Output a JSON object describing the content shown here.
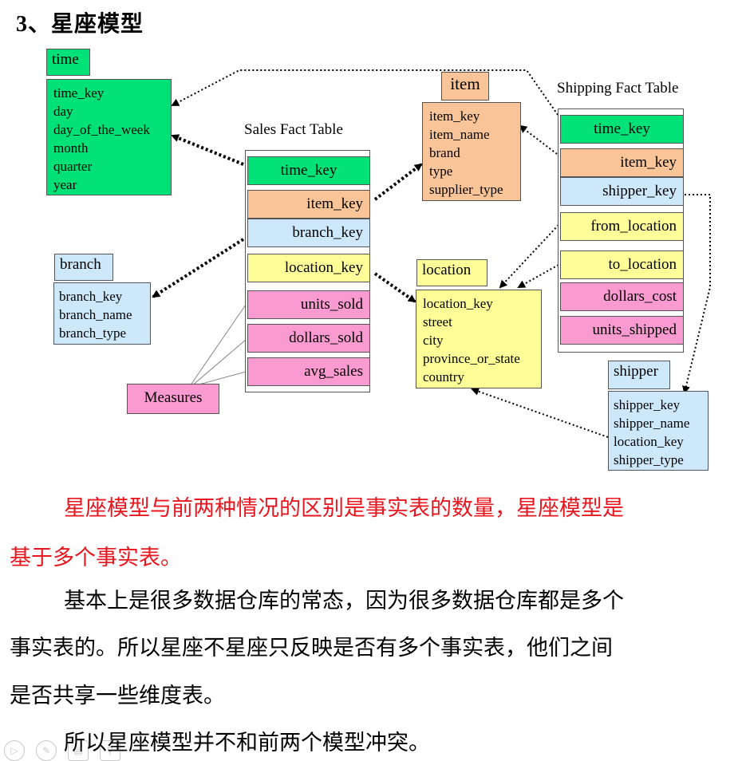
{
  "heading": "3、星座模型",
  "diagram": {
    "time": {
      "title": "time",
      "fields": [
        "time_key",
        "day",
        "day_of_the_week",
        "month",
        "quarter",
        "year"
      ]
    },
    "sales_fact": {
      "caption": "Sales Fact Table",
      "rows": [
        "time_key",
        "item_key",
        "branch_key",
        "location_key",
        "units_sold",
        "dollars_sold",
        "avg_sales"
      ]
    },
    "item": {
      "title": "item",
      "fields": [
        "item_key",
        "item_name",
        "brand",
        "type",
        "supplier_type"
      ]
    },
    "shipping_fact": {
      "caption": "Shipping Fact Table",
      "rows": [
        "time_key",
        "item_key",
        "shipper_key",
        "from_location",
        "to_location",
        "dollars_cost",
        "units_shipped"
      ]
    },
    "branch": {
      "title": "branch",
      "fields": [
        "branch_key",
        "branch_name",
        "branch_type"
      ]
    },
    "location": {
      "title": "location",
      "fields": [
        "location_key",
        "street",
        "city",
        "province_or_state",
        "country"
      ]
    },
    "shipper": {
      "title": "shipper",
      "fields": [
        "shipper_key",
        "shipper_name",
        "location_key",
        "shipper_type"
      ]
    },
    "measures": "Measures"
  },
  "paragraphs": {
    "p1_line1": "星座模型与前两种情况的区别是事实表的数量，星座模型是",
    "p1_line2": "基于多个事实表。",
    "p2_line1": "基本上是很多数据仓库的常态，因为很多数据仓库都是多个",
    "p2_line2": "事实表的。所以星座不星座只反映是否有多个事实表，他们之间",
    "p2_line3": "是否共享一些维度表。",
    "p3_line1": "所以星座模型并不和前两个模型冲突。"
  },
  "colors": {
    "red_text": "#e8161e",
    "green": "#00e277",
    "orange": "#f9c497",
    "blue": "#cde8fb",
    "yellow": "#fefe98",
    "pink": "#f99ad0"
  },
  "toolbar_icons": [
    "play-icon",
    "pen-icon",
    "print-icon",
    "zoom-icon"
  ]
}
